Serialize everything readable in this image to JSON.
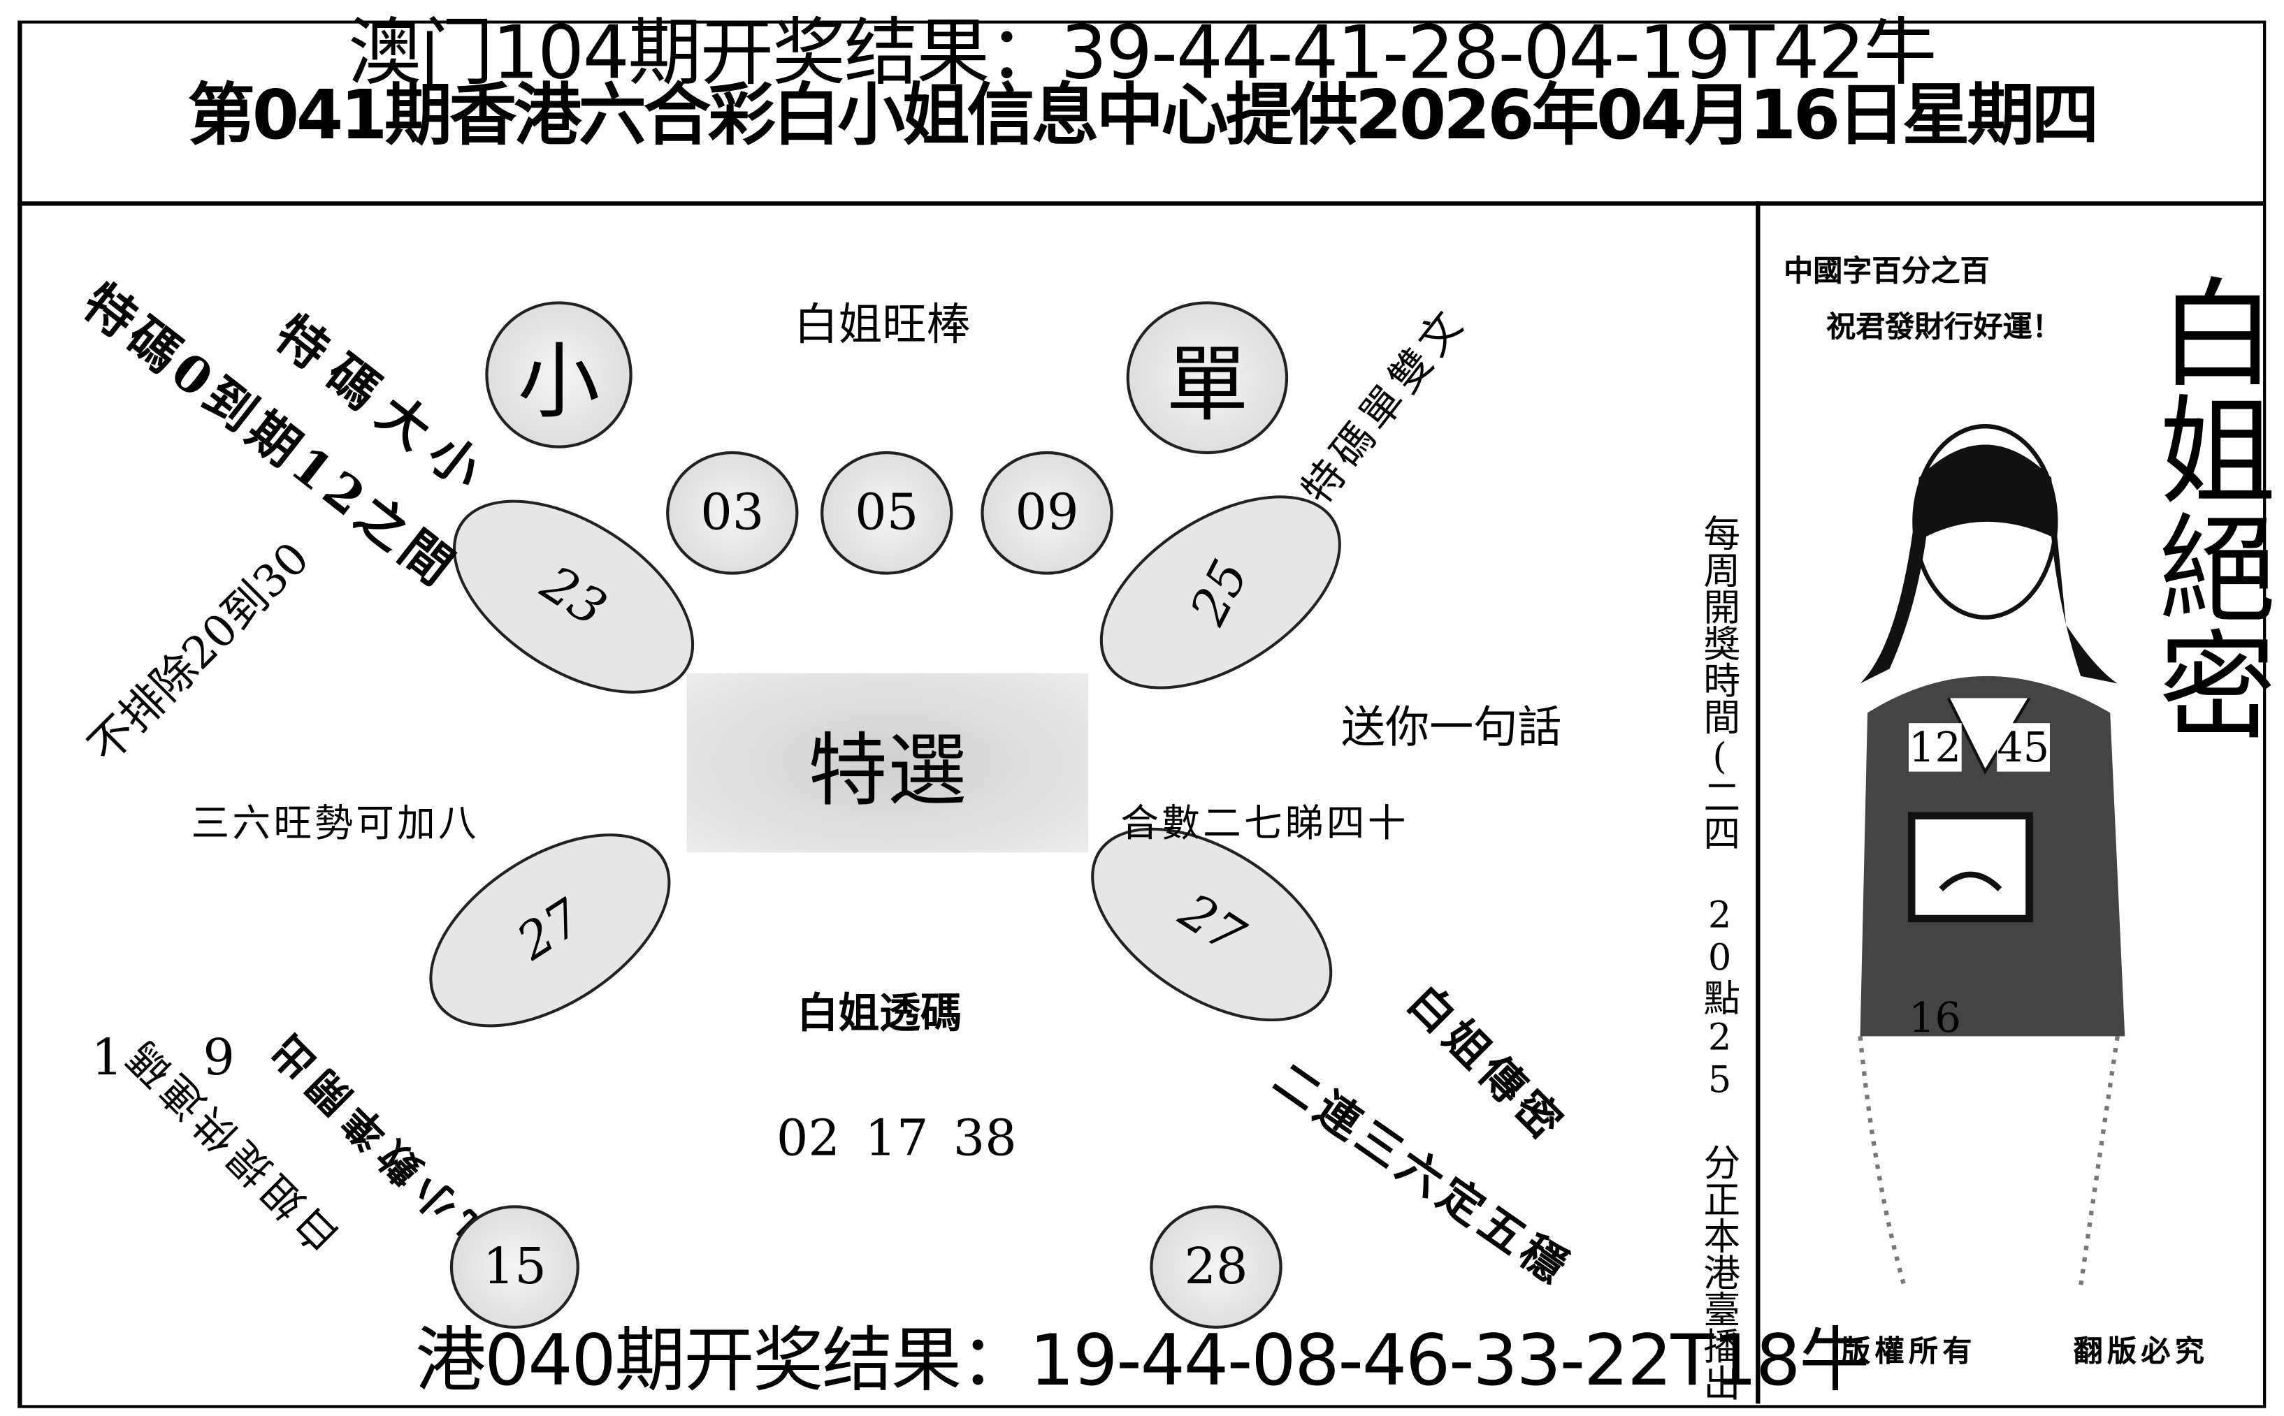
{
  "header": {
    "macau_result": "澳门104期开奖结果：39-44-41-28-04-19T42牛",
    "title": "第041期香港六合彩白小姐信息中心提供2026年04月16日星期四"
  },
  "footer": {
    "hk_result": "港040期开奖结果：19-44-08-46-33-22T18牛"
  },
  "main": {
    "small_label": "小",
    "single_label": "單",
    "top_caption": "白姐旺棒",
    "top_numbers": [
      "03",
      "05",
      "09"
    ],
    "ellipse_numbers": [
      "23",
      "25",
      "27",
      "27"
    ],
    "center_label": "特選",
    "left_diag_1": "特碼0到期12之間",
    "left_diag_2": "特碼大小",
    "right_diag": "特碼單雙文",
    "exclude_text": "不排除20到30",
    "send_phrase": "送你一句話",
    "left_phrase": "三六旺勢可加八",
    "right_phrase": "合數二七睇四十",
    "reveal_caption": "白姐透碼",
    "reveal_numbers": "02 17 38",
    "left_nums": [
      "1",
      "9"
    ],
    "bottom_left_diag_1": "白姐提供連碼",
    "bottom_left_diag_2": "四九小數準開出",
    "bottom_right_diag_1": "白姐傳密",
    "bottom_right_diag_2": "二連三六定五穩",
    "bottom_circles": [
      "15",
      "28"
    ],
    "schedule": "每周開獎時間(二四 20點25 分正本港臺播出"
  },
  "side": {
    "slogan_1": "中國字百分之百",
    "slogan_2": "祝君發財行好運！",
    "big_title": "白姐絕密",
    "photo_numbers": [
      "12",
      "45",
      "16"
    ],
    "copyright_1": "版權所有",
    "copyright_2": "翻版必究"
  }
}
